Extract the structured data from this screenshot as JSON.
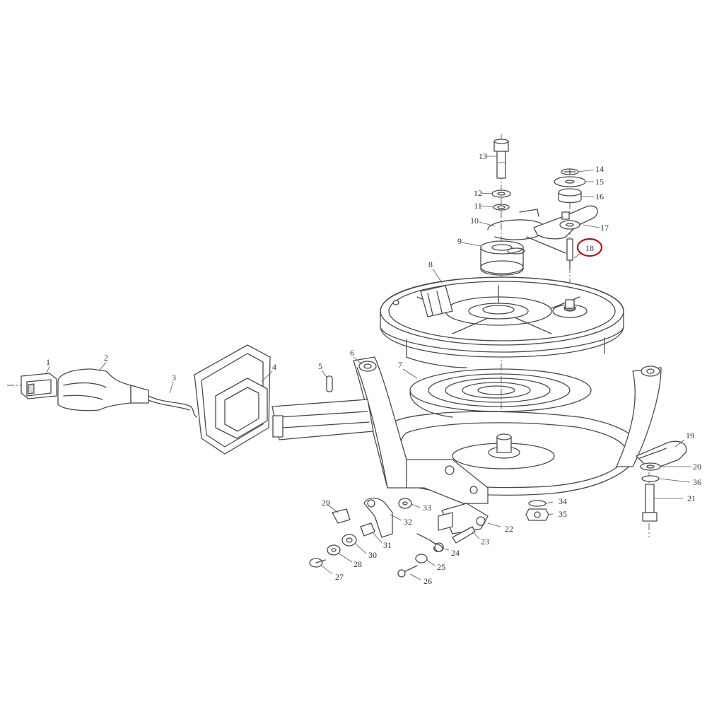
{
  "parts": [
    {
      "num": "1"
    },
    {
      "num": "2"
    },
    {
      "num": "3"
    },
    {
      "num": "4"
    },
    {
      "num": "5"
    },
    {
      "num": "6"
    },
    {
      "num": "7"
    },
    {
      "num": "8"
    },
    {
      "num": "9"
    },
    {
      "num": "10"
    },
    {
      "num": "11"
    },
    {
      "num": "12"
    },
    {
      "num": "13"
    },
    {
      "num": "14"
    },
    {
      "num": "15"
    },
    {
      "num": "16"
    },
    {
      "num": "17"
    },
    {
      "num": "18",
      "highlighted": true
    },
    {
      "num": "19"
    },
    {
      "num": "20"
    },
    {
      "num": "21"
    },
    {
      "num": "22"
    },
    {
      "num": "23"
    },
    {
      "num": "24"
    },
    {
      "num": "25"
    },
    {
      "num": "26"
    },
    {
      "num": "27"
    },
    {
      "num": "28"
    },
    {
      "num": "29"
    },
    {
      "num": "30"
    },
    {
      "num": "31"
    },
    {
      "num": "32"
    },
    {
      "num": "33"
    },
    {
      "num": "34"
    },
    {
      "num": "35"
    },
    {
      "num": "36"
    }
  ],
  "colors": {
    "line": "#4a4a4a",
    "highlight_ring": "#b01818",
    "background": "#ffffff"
  }
}
